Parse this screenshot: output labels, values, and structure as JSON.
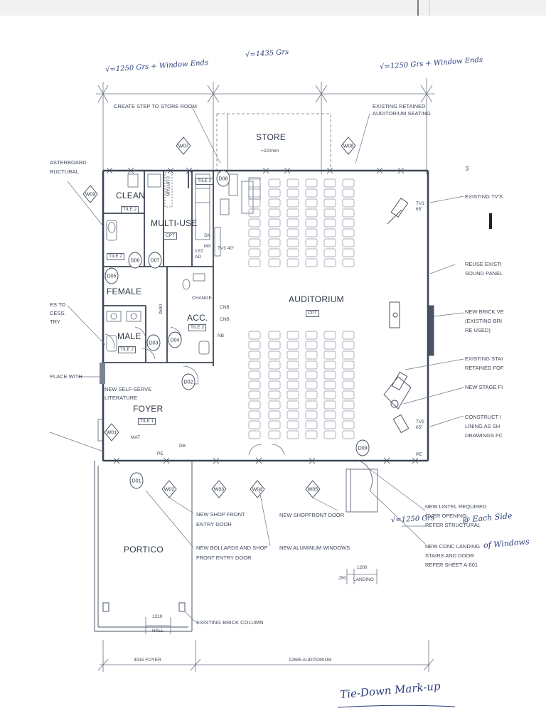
{
  "handwritten": {
    "left_note": "√=1250 Grs + Window Ends",
    "center_note": "√=1435 Grs",
    "right_note": "√=1250 Grs + Window Ends",
    "lower_note_a": "√=1250 Grs",
    "lower_note_b": "@ Each Side",
    "lower_note_c": "of Windows",
    "markup_title": "Tie-Down Mark-up"
  },
  "rooms": {
    "store": "STORE",
    "store_sub": "+220mm",
    "clean": "CLEAN",
    "multi_use": "MULTI-USE",
    "female": "FEMALE",
    "male": "MALE",
    "acc": "ACC.",
    "auditorium": "AUDITORIUM",
    "foyer": "FOYER",
    "portico": "PORTICO"
  },
  "tags": {
    "tile2_clean": "TILE 2",
    "tile2_a": "TILE 2",
    "tile2_acc": "TILE 2",
    "tile2_male": "TILE 2",
    "tile2_store": "TILE 2",
    "cpt_multi": "CPT",
    "cpt_aud": "CPT",
    "tile1_foyer": "TILE 1"
  },
  "markers": {
    "w07": "W07",
    "w08": "W08",
    "w09": "W09",
    "w01": "W01",
    "w02": "W02",
    "w03": "W03",
    "w04": "W04",
    "w05": "W05",
    "d06": "D06",
    "d07": "D07",
    "d08": "D08",
    "d05": "D05",
    "d03": "D03",
    "d04": "D04",
    "d02": "D02",
    "d01": "D01",
    "d09": "D09"
  },
  "small_labels": {
    "curtain": "CURTAIN",
    "sk": "SK",
    "mx": "MX",
    "first_ad": "1ST AD",
    "tv3": "TV3 40\"",
    "tv1": "TV1 65\"",
    "tv2": "TV2 65\"",
    "change": "CHANGE",
    "cnb_a": "CNB",
    "cnb_b": "CNB",
    "nb": "NB",
    "dim_2690": "2690",
    "mat": "MAT",
    "pe_left": "PE",
    "db": "DB",
    "pe_right": "PE",
    "dim_250": "250",
    "dim_1200": "1200",
    "landing": "LANDING",
    "dim_1310": "1310",
    "hall": "HALL",
    "foyer_dim": "4915 FOYER",
    "aud_dim": "12685 AUDITORIUM",
    "dim_15": "15"
  },
  "callouts": {
    "create_step": "CREATE STEP TO STORE ROOM",
    "existing_seating_1": "EXISTING RETAINED",
    "existing_seating_2": "AUDITORIUM SEATING",
    "plasterboard_1": "ASTERBOARD",
    "plasterboard_2": "RUCTURAL",
    "existing_tvs": "EXISTING TV'S",
    "reuse_1": "REUSE EXISTI",
    "reuse_2": "SOUND PANEL",
    "es_to_1": "ES TO",
    "es_to_2": "CESS.",
    "es_to_3": "TRY",
    "new_brick_1": "NEW BRICK VE",
    "new_brick_2": "(EXISTING BRI",
    "new_brick_3": "RE USED)",
    "place_with": "PLACE WITH",
    "self_serve_1": "NEW SELF-SERVE",
    "self_serve_2": "LITERATURE",
    "existing_stair_1": "EXISTING STAI",
    "existing_stair_2": "RETAINED FOF",
    "new_stage": "NEW STAGE FI",
    "construct_1": "CONSTRUCT I",
    "construct_2": "LINING AS SH",
    "construct_3": "DRAWINGS FC",
    "new_lintel_1": "NEW LINTEL REQUIRED",
    "new_lintel_2": "OVER OPENING",
    "new_lintel_3": "REFER STRUCTURAL",
    "shop_front_1": "NEW SHOP FRONT",
    "shop_front_2": "ENTRY DOOR",
    "bollards_1": "NEW BOLLARDS AND SHOP",
    "bollards_2": "FRONT ENTRY DOOR",
    "shopfront_door": "NEW SHOPFRONT DOOR",
    "alum_windows": "NEW ALUMINUM WINDOWS",
    "conc_landing_1": "NEW CONC LANDING",
    "conc_landing_2": "STAIRS AND DOOR",
    "conc_landing_3": "REFER SHEET A-601",
    "brick_column": "EXISTING BRICK COLUMN"
  }
}
